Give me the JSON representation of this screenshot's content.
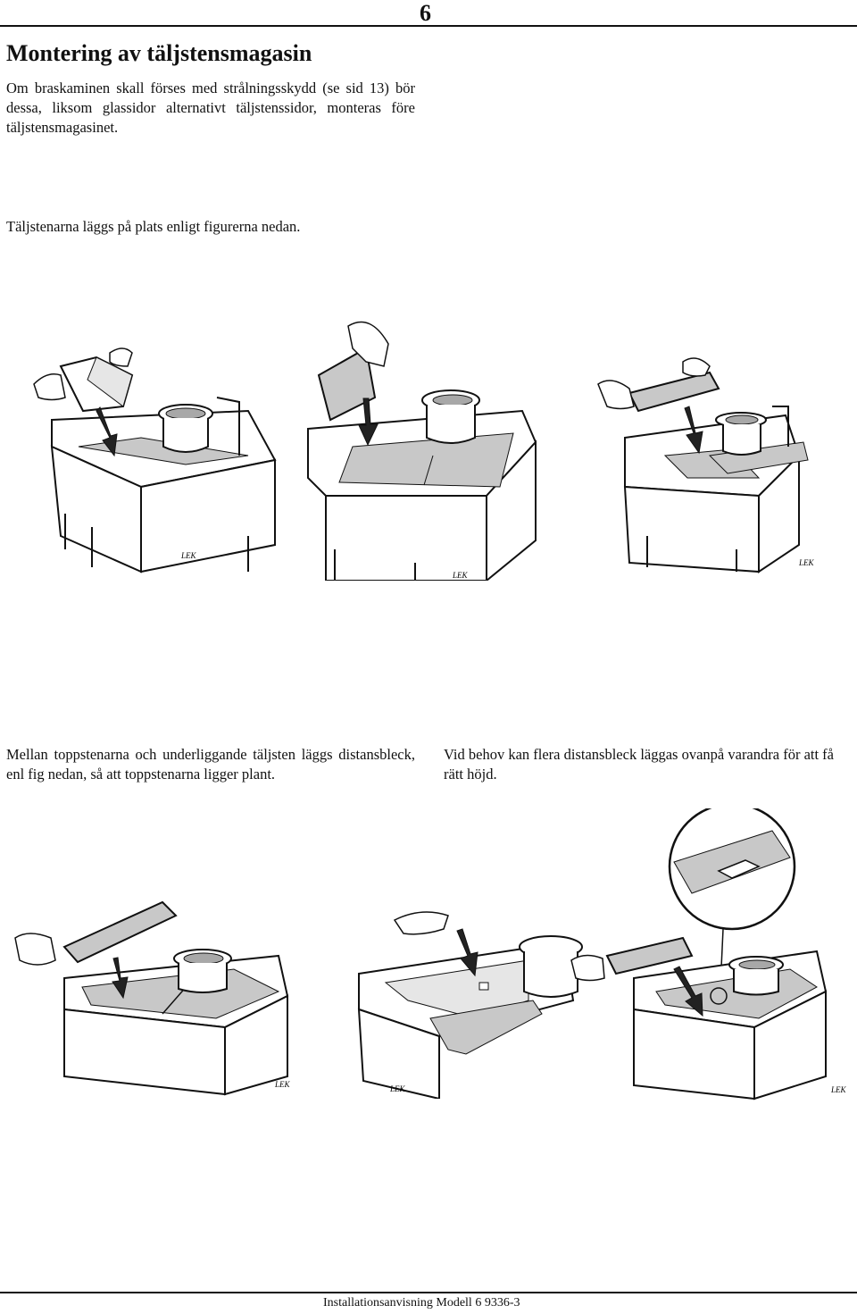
{
  "page": {
    "number": "6",
    "title": "Montering av täljstensmagasin",
    "footer": "Installationsanvisning Modell 6 9336-3"
  },
  "text": {
    "intro": "Om braskaminen skall förses med strålningsskydd (se sid 13) bör dessa, liksom glassidor alternativt täljstenssidor, monteras före täljstensmagasinet.",
    "instruction_1": "Täljstenarna läggs på plats enligt figurerna nedan.",
    "instruction_2": "Mellan toppstenarna och underliggande täljsten läggs distansbleck, enl fig nedan, så att toppstenarna ligger plant.",
    "instruction_3": "Vid behov kan flera distansbleck läggas ovanpå varandra för att få rätt höjd."
  },
  "figures": {
    "label": "LEK",
    "colors": {
      "stone": "#c8c8c8",
      "stone_dark": "#a8a8a8",
      "line": "#111111",
      "arrow": "#222222"
    }
  }
}
